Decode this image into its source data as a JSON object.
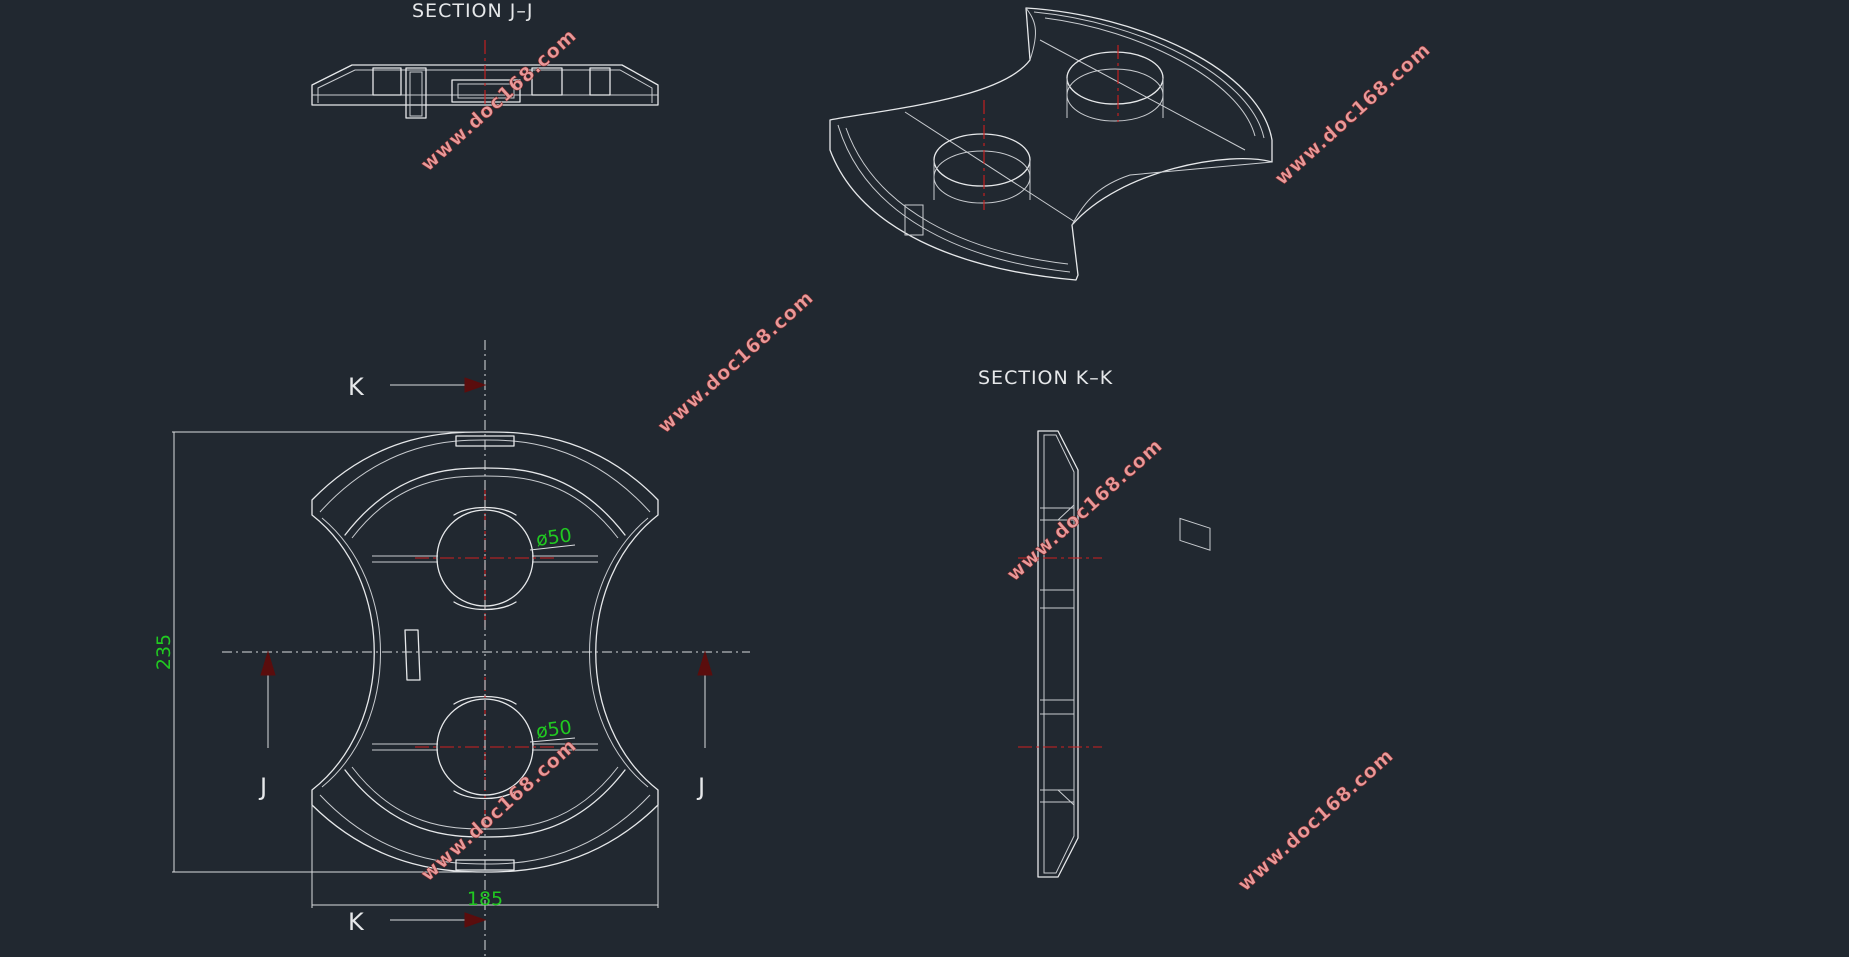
{
  "views": {
    "section_jj": {
      "title": "SECTION J–J"
    },
    "section_kk": {
      "title": "SECTION K–K"
    },
    "isometric": {},
    "plan": {
      "cut_letter_k": "K",
      "cut_letter_j": "J",
      "dims": {
        "height": "235",
        "width": "185",
        "hole_top": "ø50",
        "hole_bottom": "ø50"
      }
    }
  },
  "watermark": {
    "text": "www.doc168.com"
  },
  "colors": {
    "background": "#212830",
    "lines": "#e6e8ea",
    "centerlines": "#d01f1f",
    "dimensions": "#21c821",
    "watermark": "#e89a9a"
  }
}
